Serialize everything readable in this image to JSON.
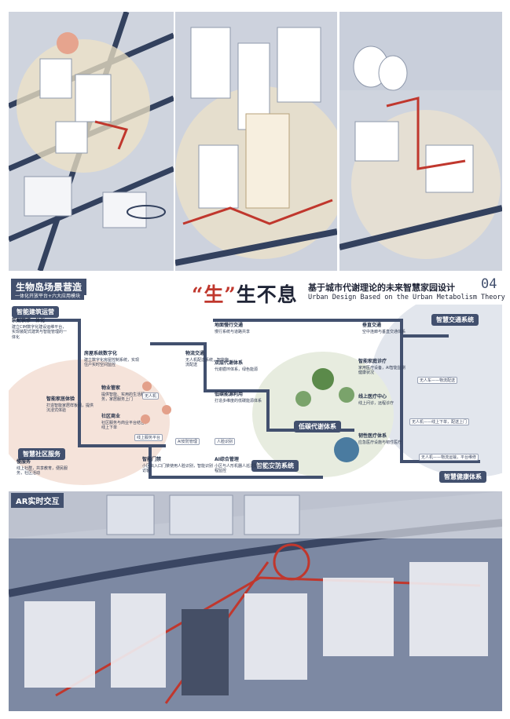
{
  "title": {
    "main_quote_open": "“",
    "main_char": "生",
    "main_quote_close": "”",
    "main_rest": "生不息",
    "subtitle_cn": "基于城市代谢理论的未来智慧家园设计",
    "number": "04",
    "subtitle_en": "Urban Design Based on the Urban Metabolism Theory"
  },
  "section": {
    "title": "生物岛场景营造",
    "subtitle": "一体化开放平台+六大应用模块"
  },
  "modules": {
    "smart_building": "智能建筑运营",
    "smart_transport": "智慧交通系统",
    "low_carbon": "低碳代谢体系",
    "smart_security": "智能安防系统",
    "smart_community": "智慧社区服务",
    "smart_health": "智慧健康体系"
  },
  "notes": {
    "n1_title": "装配装修一体化",
    "n1_body": "建立CIM数字化建设运维平台，实现装配式建筑与智能管理的一体化",
    "n2_title": "房屋系统数字化",
    "n2_body": "建立数字化房屋控制系统，实现住户实时空间监控",
    "n3_title": "物业管家",
    "n3_body": "提供智能、实用的生活服务，家居服务上门",
    "n4_title": "社区商业",
    "n4_body": "社区服务与商业平台结合，线上下单",
    "n5_title": "智能家居体验",
    "n5_body": "打造智能家居样板间，提供沉浸式体验",
    "n6_title": "慢服务",
    "n6_body": "线上社群，共享教育，便民服务，社区活动",
    "n7_title": "智能门禁",
    "n7_body": "小区出入口门禁使用人脸识别，智能识别访客",
    "n8_title": "AI综合管理",
    "n8_body": "小区与人形机器人巡逻配合，APP远程监控",
    "n9_title": "地面慢行交通",
    "n9_body": "慢行系统与道路共享",
    "n10_title": "物流交通",
    "n10_body": "无人机配送系统，智能物流配送",
    "n11_title": "垂直交通",
    "n11_body": "空中连廊与垂直交通体系",
    "n12_title": "双层代谢体系",
    "n12_body": "代谢循环体系，绿色能源",
    "n13_title": "低碳能源利用",
    "n13_body": "打造多维度的低碳能源体系",
    "n14_title": "智能家庭诊疗",
    "n14_body": "家用医疗设备，AI智能监测健康状况",
    "n15_title": "线上医疗中心",
    "n15_body": "线上问诊，远程诊疗",
    "n16_title": "韧性医疗体系",
    "n16_body": "应急医疗设施与韧性医疗",
    "tag1": "无人机",
    "tag2": "线上服务平台",
    "tag3": "AI安防管理",
    "tag4": "人脸识别",
    "tag5": "无人车——物流配送",
    "tag6": "无人机——线上下单，配送上门",
    "tag7": "无人机——物流运输，平台维修"
  },
  "ar": {
    "title": "AR实时交互"
  },
  "colors": {
    "navy": "#42506e",
    "accent_red": "#c0372d",
    "peach": "#e3a08a",
    "green": "#5b8a4a"
  }
}
